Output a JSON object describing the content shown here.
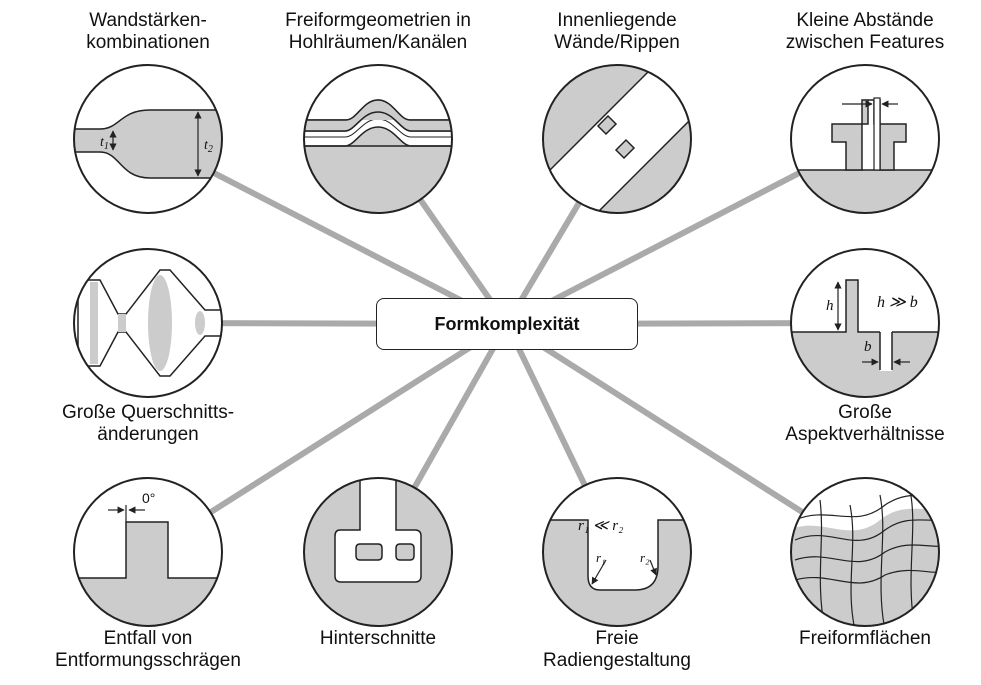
{
  "center": {
    "label": "Formkomplexität"
  },
  "colors": {
    "line": "#aaaaaa",
    "fill": "#cccccc",
    "stroke": "#222222"
  },
  "nodes": [
    {
      "id": "wandstaerken",
      "line1": "Wandstärken-",
      "line2": "kombinationen",
      "annot": {
        "t1": "t",
        "t1sub": "1",
        "t2": "t",
        "t2sub": "2"
      }
    },
    {
      "id": "freiform-kanaele",
      "line1": "Freiformgeometrien in",
      "line2": "Hohlräumen/Kanälen"
    },
    {
      "id": "innenliegende",
      "line1": "Innenliegende",
      "line2": "Wände/Rippen"
    },
    {
      "id": "kleine-abstaende",
      "line1": "Kleine Abstände",
      "line2": "zwischen Features"
    },
    {
      "id": "querschnitt",
      "line1": "Große Querschnitts-",
      "line2": "änderungen"
    },
    {
      "id": "aspekt",
      "line1": "Große",
      "line2": "Aspektverhältnisse",
      "annot": {
        "h": "h",
        "rel": "h ≫ b",
        "b": "b"
      }
    },
    {
      "id": "entformung",
      "line1": "Entfall von",
      "line2": "Entformungsschrägen",
      "annot": {
        "angle": "0°"
      }
    },
    {
      "id": "hinterschnitte",
      "line1": "Hinterschnitte",
      "line2": ""
    },
    {
      "id": "radien",
      "line1": "Freie",
      "line2": "Radiengestaltung",
      "annot": {
        "rel": "r₁ ≪ r₂",
        "r1": "r₁",
        "r2": "r₂"
      }
    },
    {
      "id": "freiformflaechen",
      "line1": "Freiformflächen",
      "line2": ""
    }
  ]
}
